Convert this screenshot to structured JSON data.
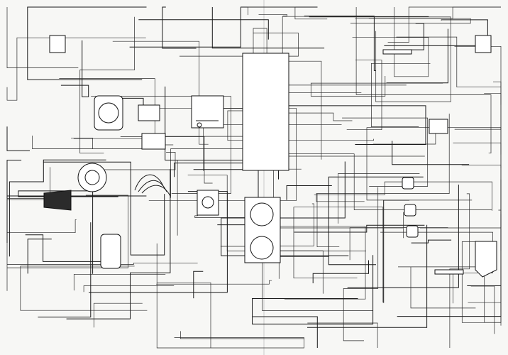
{
  "diagram": {
    "type": "wiring-schematic",
    "colors": {
      "paper": "#f7f7f5",
      "ink": "#1a1a1a"
    },
    "components": [
      {
        "id": "battery",
        "icon": "battery-icon"
      },
      {
        "id": "alternator",
        "icon": "alternator-icon"
      },
      {
        "id": "distributor",
        "icon": "distributor-icon"
      },
      {
        "id": "starter",
        "icon": "starter-motor-icon"
      },
      {
        "id": "instrument-cluster",
        "icon": "gauge-icon"
      },
      {
        "id": "fuse-box",
        "icon": "fuse-box-icon"
      },
      {
        "id": "headlamp-left",
        "icon": "lamp-icon"
      },
      {
        "id": "headlamp-right",
        "icon": "lamp-icon"
      },
      {
        "id": "horn",
        "icon": "horn-icon"
      },
      {
        "id": "wiper-motor",
        "icon": "motor-icon"
      },
      {
        "id": "tail-lamp",
        "icon": "lamp-icon"
      },
      {
        "id": "heater-fan",
        "icon": "fan-icon"
      },
      {
        "id": "relay-block",
        "icon": "relay-icon"
      },
      {
        "id": "connector-strip",
        "icon": "connector-icon"
      }
    ]
  }
}
